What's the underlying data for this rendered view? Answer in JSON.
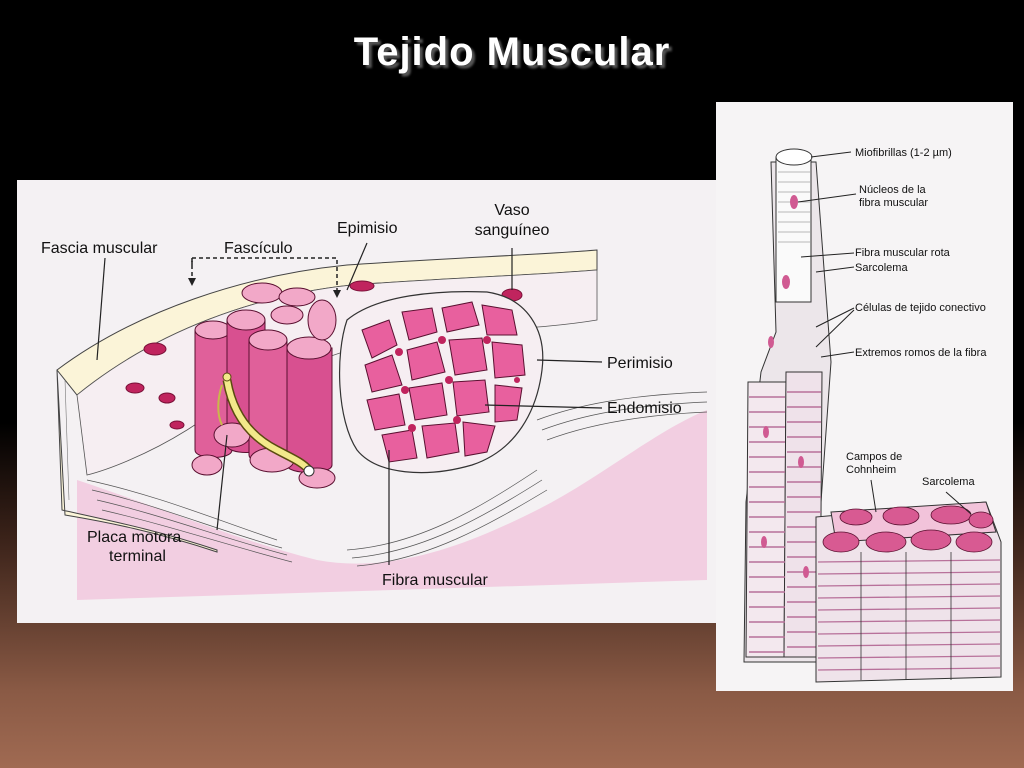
{
  "slide": {
    "title": "Tejido Muscular"
  },
  "left_figure": {
    "labels": {
      "vaso": "Vaso",
      "sanguineo": "sanguíneo",
      "epimisio": "Epimisio",
      "fascia_muscular": "Fascia muscular",
      "fasciculo": "Fascículo",
      "perimisio": "Perimisio",
      "endomisio": "Endomisio",
      "placa_motora_1": "Placa motora",
      "placa_motora_2": "terminal",
      "fibra_muscular": "Fibra muscular"
    }
  },
  "right_figure": {
    "labels": {
      "miofibrillas": "Miofibrillas (1-2 µm)",
      "nucleos_1": "Núcleos de la",
      "nucleos_2": "fibra muscular",
      "fibra_rota": "Fibra muscular rota",
      "sarcolema_top": "Sarcolema",
      "celulas": "Células de tejido conectivo",
      "extremos": "Extremos romos de la fibra",
      "campos_1": "Campos de",
      "campos_2": "Cohnheim",
      "sarcolema_bottom": "Sarcolema"
    }
  },
  "colors": {
    "fiber_pink": "#e0609a",
    "fiber_pink_light": "#f2a8c8",
    "fiber_dark": "#c02a6a",
    "sheath": "#fbf4d8",
    "nerve_yellow": "#f3e98a"
  }
}
